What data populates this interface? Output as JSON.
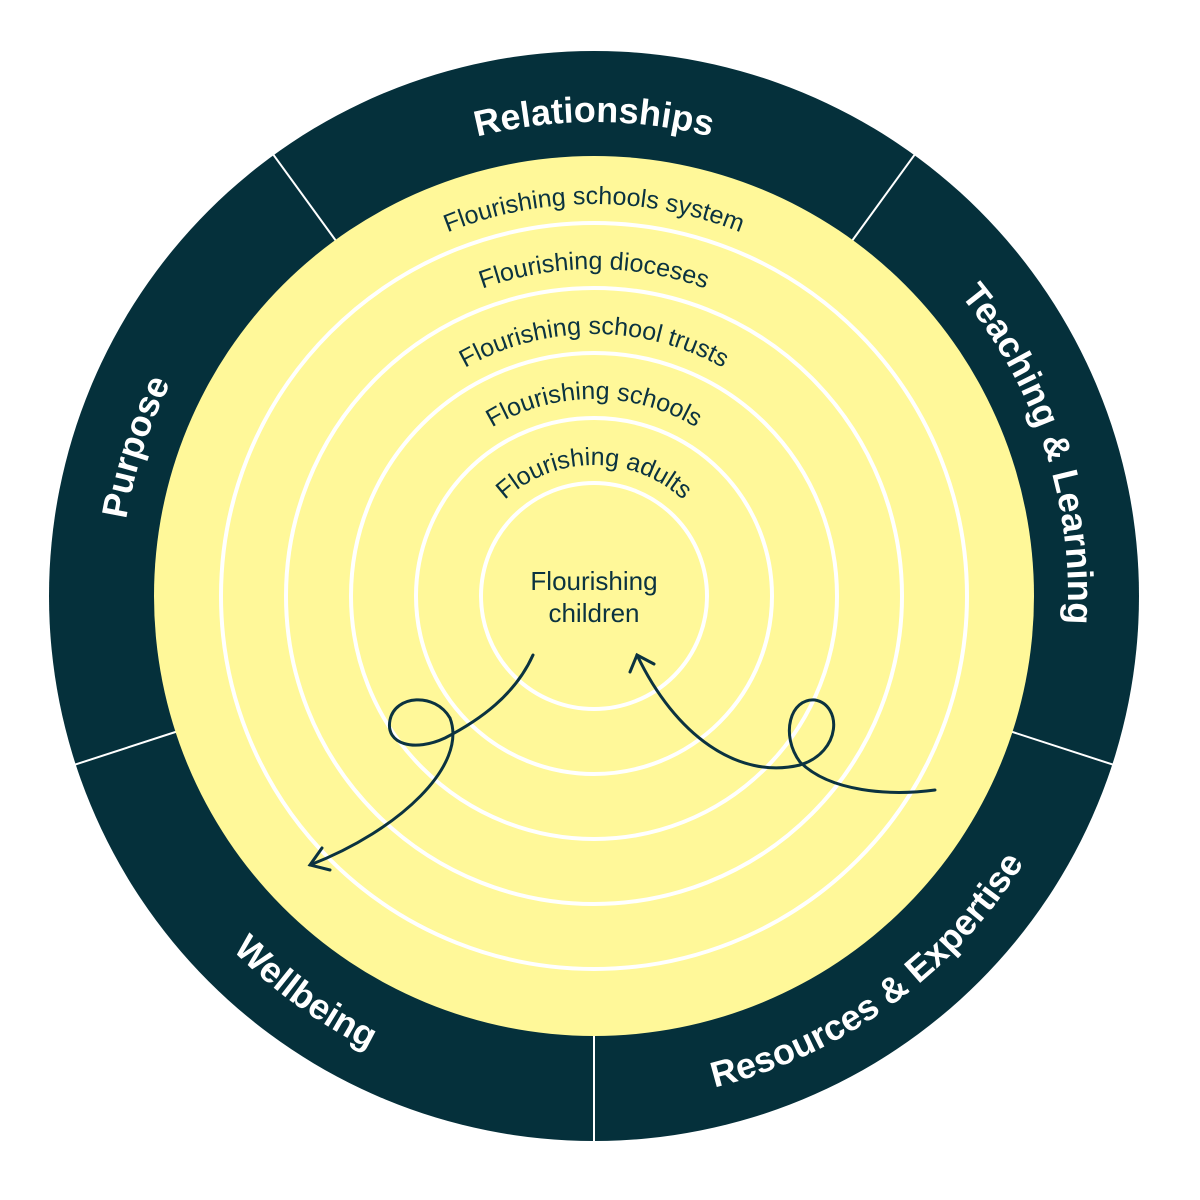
{
  "colors": {
    "dark": "#05303b",
    "yellow": "#fff899",
    "ring": "#ffffff",
    "text_dark": "#0b3340"
  },
  "outer_segments": [
    {
      "label": "Relationships",
      "direction": "cw"
    },
    {
      "label": "Teaching & Learning",
      "direction": "cw"
    },
    {
      "label": "Resources & Expertise",
      "direction": "ccw"
    },
    {
      "label": "Wellbeing",
      "direction": "ccw"
    },
    {
      "label": "Purpose",
      "direction": "cw"
    }
  ],
  "rings": [
    "Flourishing adults",
    "Flourishing schools",
    "Flourishing school trusts",
    "Flourishing dioceses",
    "Flourishing schools system"
  ],
  "center": {
    "line1": "Flourishing",
    "line2": "children"
  }
}
